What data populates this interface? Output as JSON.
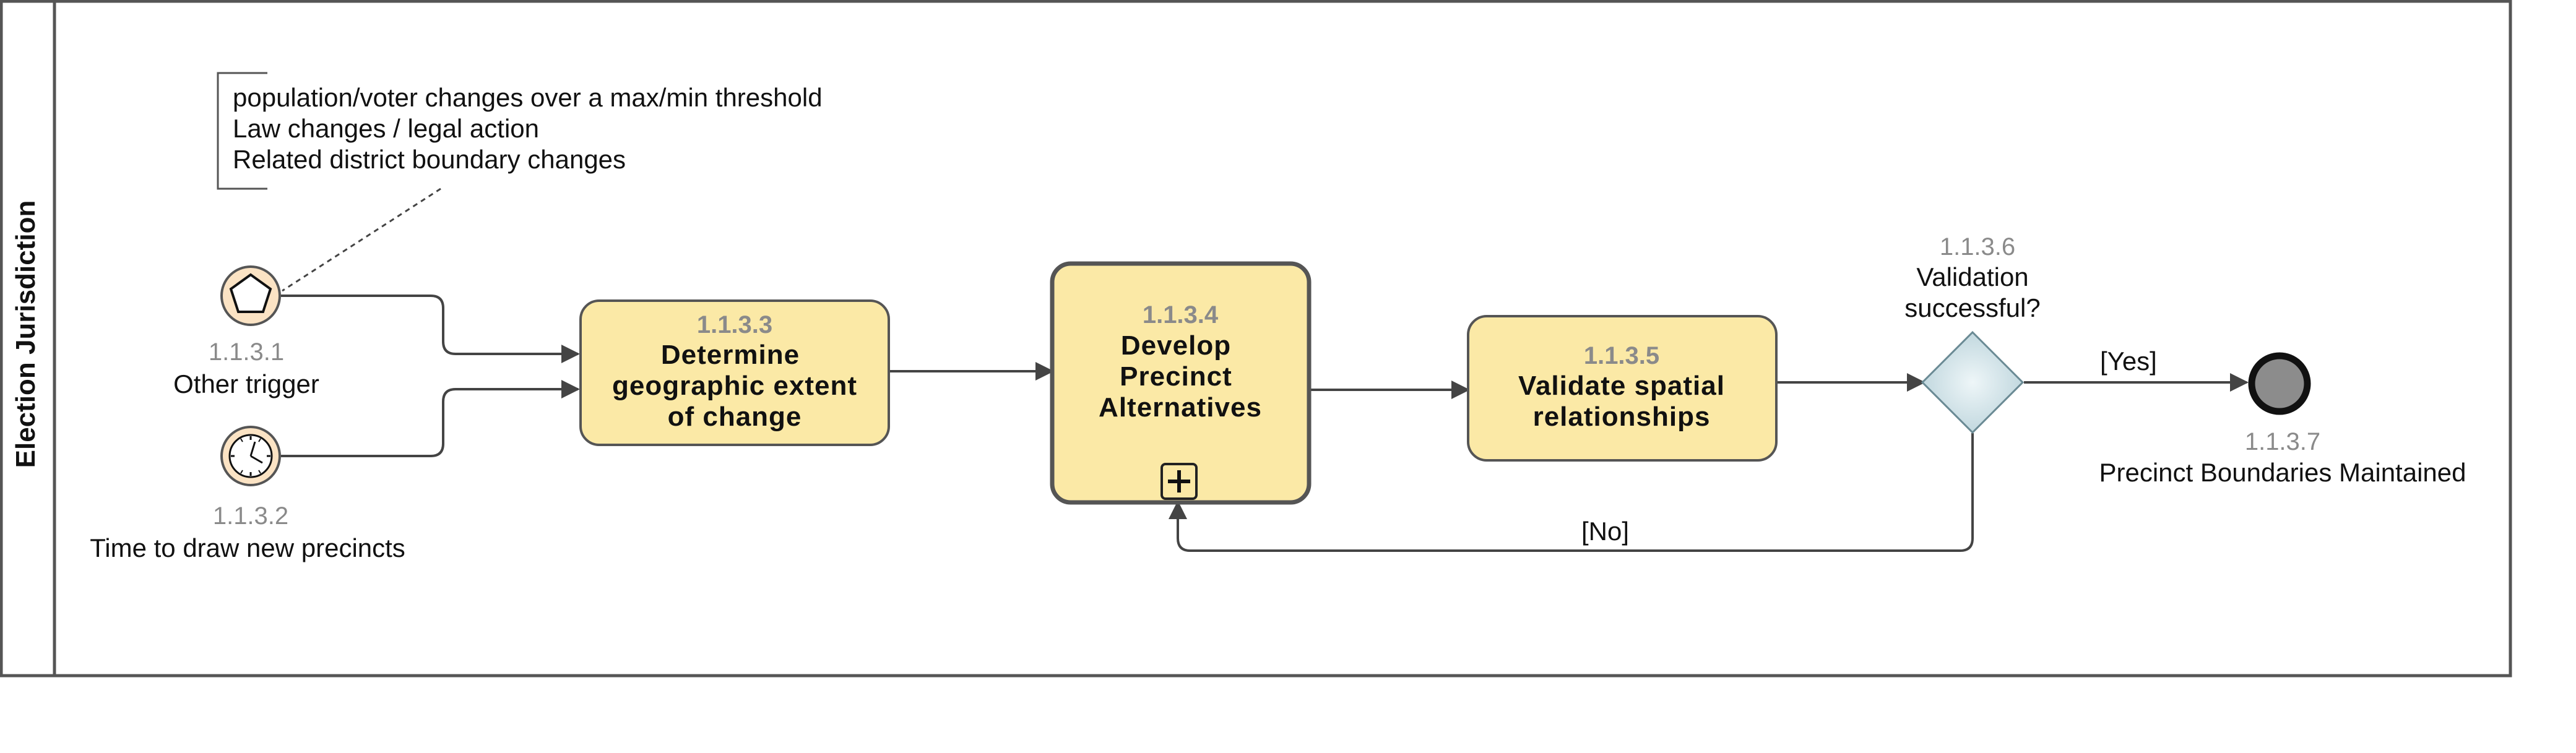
{
  "lane": {
    "title": "Election Jurisdiction"
  },
  "annotation": {
    "lines": [
      "population/voter changes over a max/min threshold",
      "Law  changes / legal action",
      "Related district boundary changes"
    ]
  },
  "events": {
    "start_other": {
      "id": "1.1.3.1",
      "label": "Other trigger",
      "icon": "pentagon-icon"
    },
    "start_timer": {
      "id": "1.1.3.2",
      "label": "Time to draw  new  precincts",
      "icon": "clock-icon"
    },
    "end": {
      "id": "1.1.3.7",
      "label": "Precinct Boundaries Maintained"
    }
  },
  "tasks": {
    "determine": {
      "id": "1.1.3.3",
      "lines": [
        "Determine",
        "geographic extent",
        "of change"
      ]
    },
    "develop": {
      "id": "1.1.3.4",
      "lines": [
        "Develop",
        "Precinct",
        "Alternatives"
      ],
      "marker": "plus-icon"
    },
    "validate": {
      "id": "1.1.3.5",
      "lines": [
        "Validate spatial",
        "relationships"
      ]
    }
  },
  "gateway": {
    "id": "1.1.3.6",
    "lines": [
      "Validation",
      "successful?"
    ]
  },
  "flows": {
    "yes_label": "[Yes]",
    "no_label": "[No]"
  },
  "colors": {
    "task_fill": "#fbe9a6",
    "task_stroke": "#555555",
    "event_fill": "#fbe3c4",
    "gateway_fill": "#dbeaef",
    "end_fill": "#8c8c8c"
  }
}
